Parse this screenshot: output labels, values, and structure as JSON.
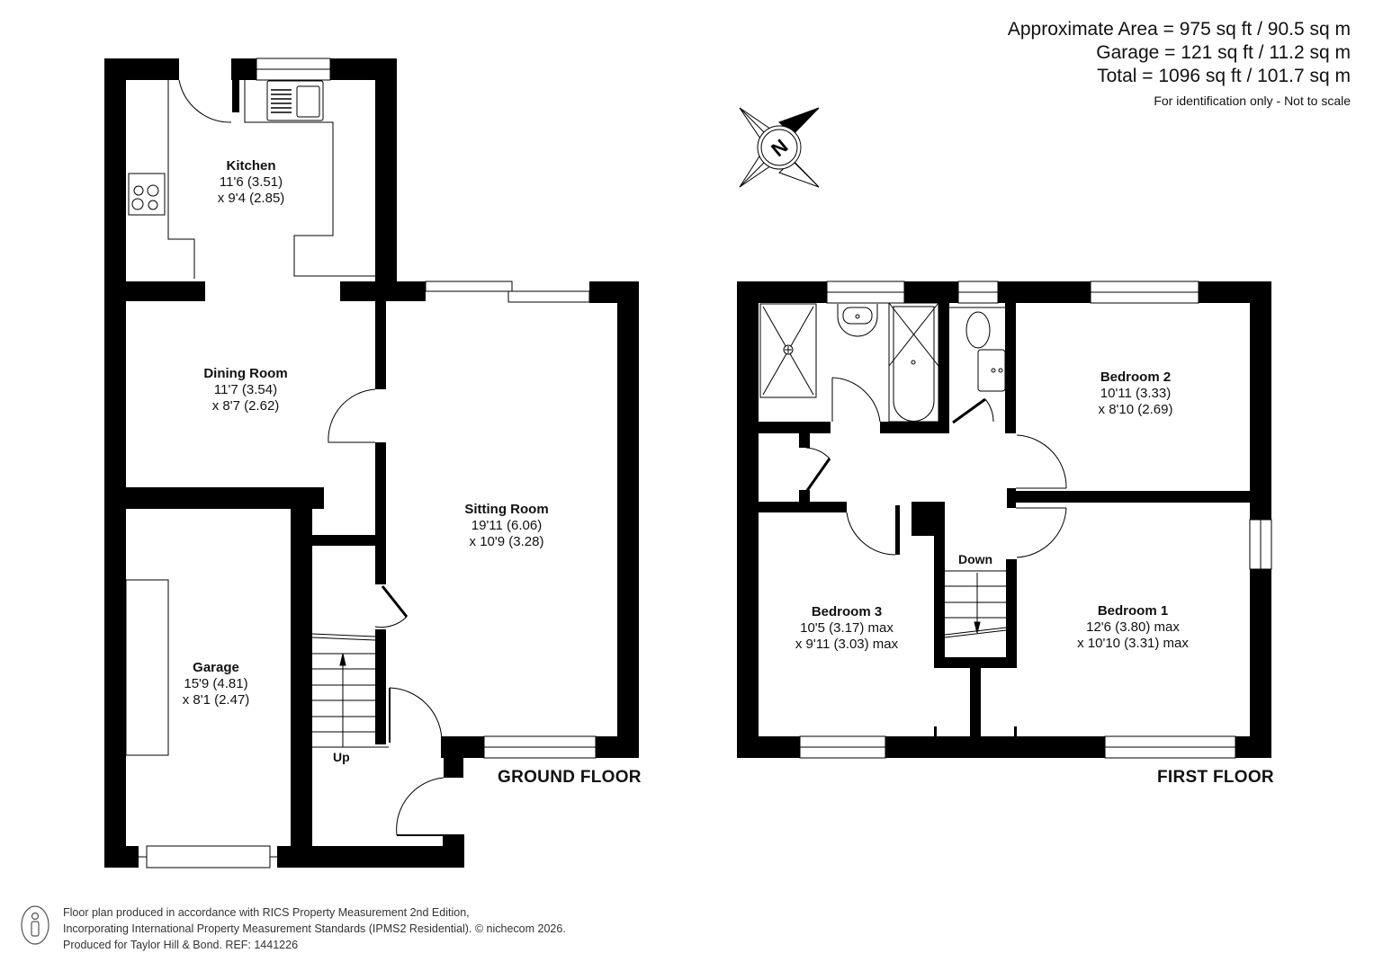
{
  "area_summary": {
    "approximate_area": "Approximate Area = 975 sq ft / 90.5 sq m",
    "garage": "Garage = 121 sq ft / 11.2 sq m",
    "total": "Total = 1096 sq ft / 101.7 sq m",
    "note": "For identification only - Not to scale"
  },
  "compass": {
    "label": "N",
    "icon": "north-compass-icon"
  },
  "ground_floor": {
    "title": "GROUND FLOOR",
    "stairs_label": "Up",
    "rooms": [
      {
        "name": "Kitchen",
        "dim1": "11'6 (3.51)",
        "dim2": "x 9'4 (2.85)"
      },
      {
        "name": "Dining Room",
        "dim1": "11'7 (3.54)",
        "dim2": "x 8'7 (2.62)"
      },
      {
        "name": "Sitting Room",
        "dim1": "19'11 (6.06)",
        "dim2": "x 10'9 (3.28)"
      },
      {
        "name": "Garage",
        "dim1": "15'9 (4.81)",
        "dim2": "x 8'1 (2.47)"
      }
    ]
  },
  "first_floor": {
    "title": "FIRST FLOOR",
    "stairs_label": "Down",
    "rooms": [
      {
        "name": "Bedroom 2",
        "dim1": "10'11 (3.33)",
        "dim2": "x 8'10 (2.69)"
      },
      {
        "name": "Bedroom 3",
        "dim1": "10'5 (3.17) max",
        "dim2": "x 9'11 (3.03) max"
      },
      {
        "name": "Bedroom 1",
        "dim1": "12'6 (3.80) max",
        "dim2": "x 10'10 (3.31) max"
      }
    ]
  },
  "footer": {
    "line1": "Floor plan produced in accordance with RICS Property Measurement 2nd Edition,",
    "line2": "Incorporating International Property Measurement Standards (IPMS2 Residential).   © nichecom 2026.",
    "line3": "Produced for Taylor Hill & Bond.   REF:  1441226"
  }
}
